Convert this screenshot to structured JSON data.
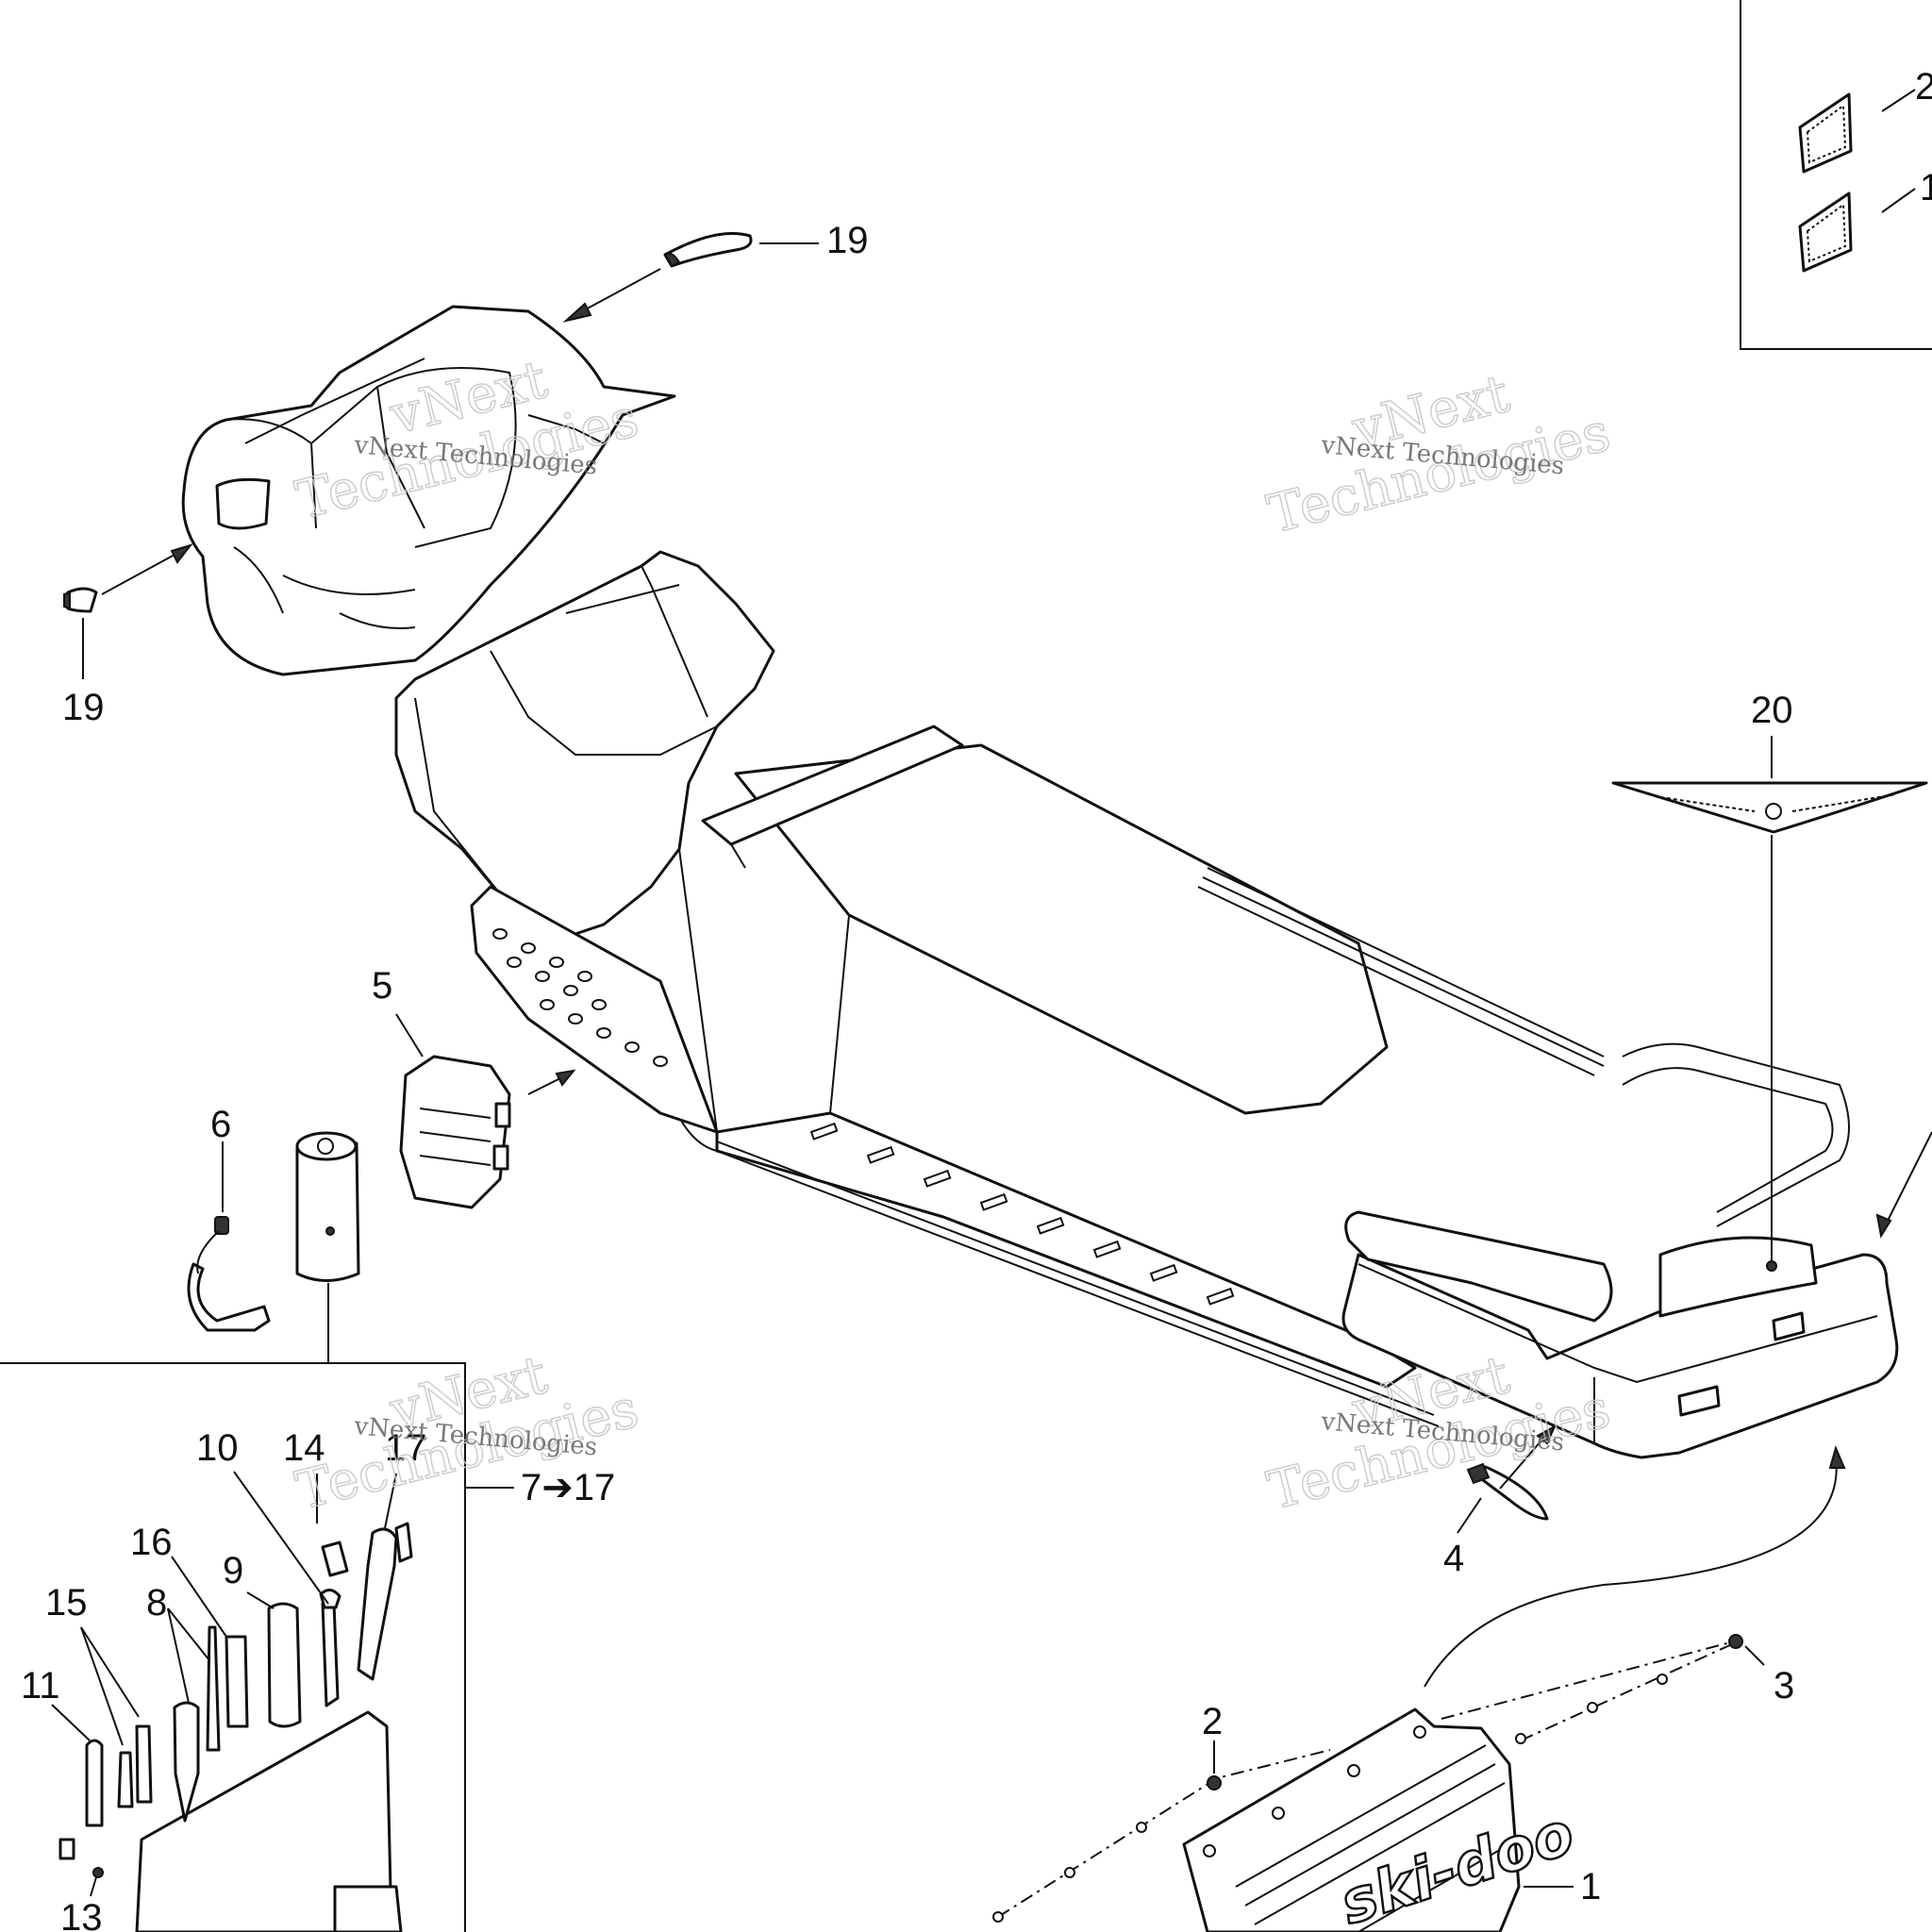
{
  "callouts": {
    "c1": "1",
    "c2": "2",
    "c3": "3",
    "c4": "4",
    "c5": "5",
    "c6": "6",
    "c7_17": "7➔17",
    "c8": "8",
    "c9": "9",
    "c10": "10",
    "c11": "11",
    "c13": "13",
    "c14": "14",
    "c15": "15",
    "c16": "16",
    "c17": "17",
    "c19_top": "19",
    "c19_left": "19",
    "c20": "20",
    "c_right_top_a": "2",
    "c_right_top_b": "1"
  },
  "watermark": {
    "line1": "vNext",
    "line2": "Technologies",
    "line_small": "vNext Technologies"
  },
  "logo_text": "ski-doo"
}
